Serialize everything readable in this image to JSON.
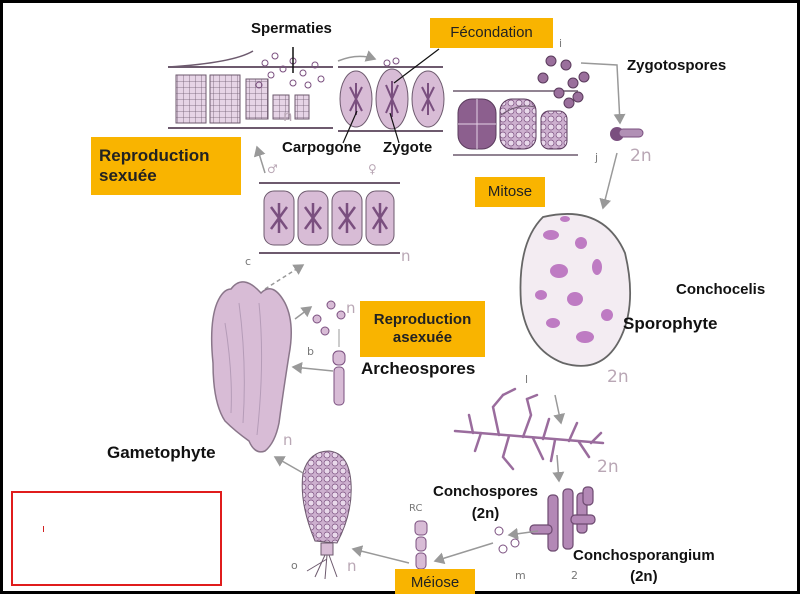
{
  "labels": {
    "spermaties": "Spermaties",
    "fecondation": "Fécondation",
    "zygotospores": "Zygotospores",
    "carpogone": "Carpogone",
    "zygote": "Zygote",
    "mitose": "Mitose",
    "reproduction_sexuee": "Reproduction\nsexuée",
    "reproduction_asexuee": "Reproduction\nasexuée",
    "archeospores": "Archeospores",
    "conchocelis": "Conchocelis",
    "sporophyte": "Sporophyte",
    "gametophyte": "Gametophyte",
    "conchospores": "Conchospores\n(2n)",
    "conchosporangium": "Conchosporangium\n(2n)",
    "meiose": "Méiose"
  },
  "ploidy": {
    "n_top": "n",
    "n_mid": "n",
    "n_archeo": "n",
    "n_game": "n",
    "n_bottom": "n",
    "twon_j": "2n",
    "twon_spore": "2n",
    "twon_branch": "2n",
    "male": "♂",
    "female": "♀"
  },
  "letters": {
    "i": "i",
    "j": "j",
    "c": "c",
    "b": "b",
    "l": "l",
    "o": "o",
    "m": "m",
    "rc": "RC",
    "two": "2"
  },
  "empty_box": {
    "mark": "ı"
  },
  "colors": {
    "highlight": "#f9b400",
    "cell_fill": "#d8bcd6",
    "cell_dark": "#7a4f7f",
    "spot": "#b568bb",
    "outline": "#6d5a6e",
    "arrow": "#999999",
    "frame_red": "#e01c1c"
  }
}
